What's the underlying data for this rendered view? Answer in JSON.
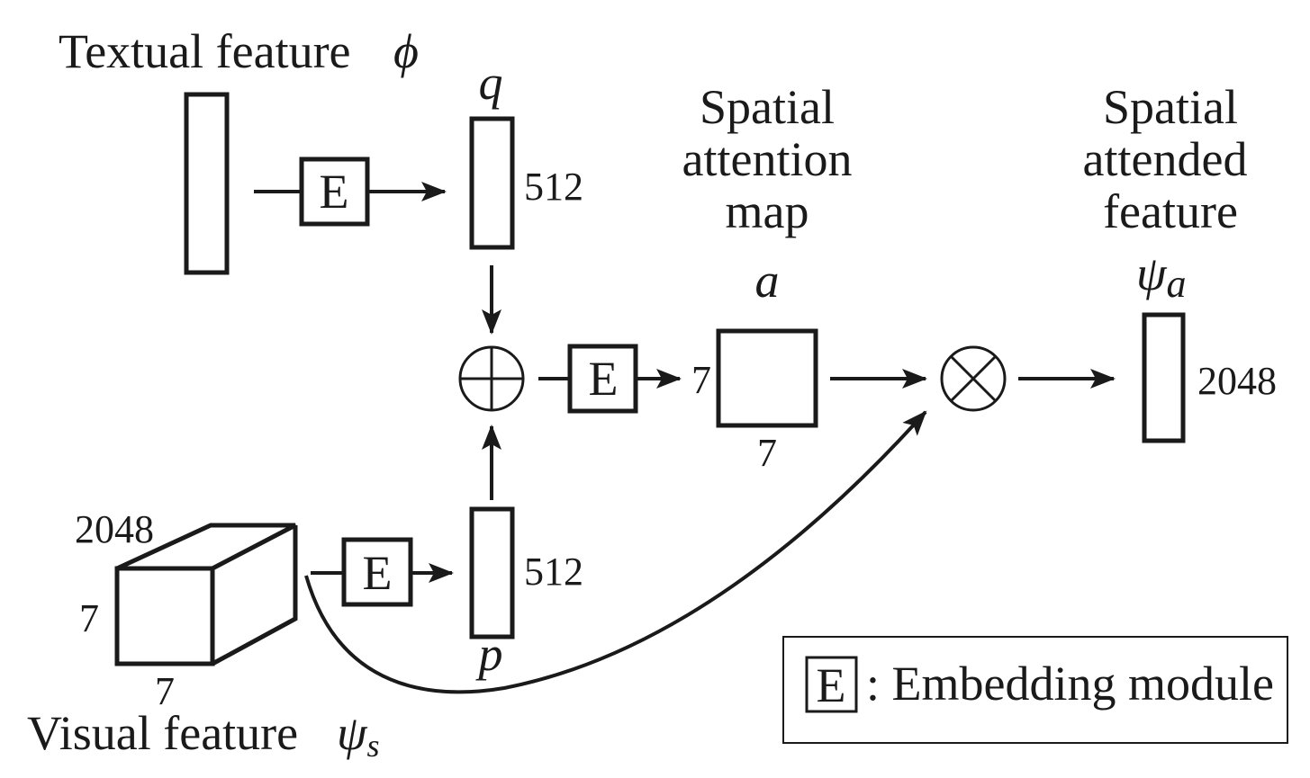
{
  "textual": {
    "title": "Textual feature",
    "symbol": "ϕ"
  },
  "visual": {
    "title": "Visual feature",
    "symbol": "ψ",
    "subscript": "s",
    "depth": "2048",
    "height": "7",
    "width": "7"
  },
  "embed_label": "E",
  "q": {
    "symbol": "q",
    "dim": "512"
  },
  "p": {
    "symbol": "p",
    "dim": "512"
  },
  "attention_map": {
    "title_lines": [
      "Spatial",
      "attention",
      "map"
    ],
    "symbol": "a",
    "height": "7",
    "width": "7"
  },
  "attended": {
    "title_lines": [
      "Spatial",
      "attended",
      "feature"
    ],
    "symbol": "ψ",
    "subscript": "a",
    "dim": "2048"
  },
  "legend": {
    "key": "E",
    "text": ": Embedding module"
  },
  "operators": {
    "add": "⊕",
    "multiply": "⊗"
  }
}
